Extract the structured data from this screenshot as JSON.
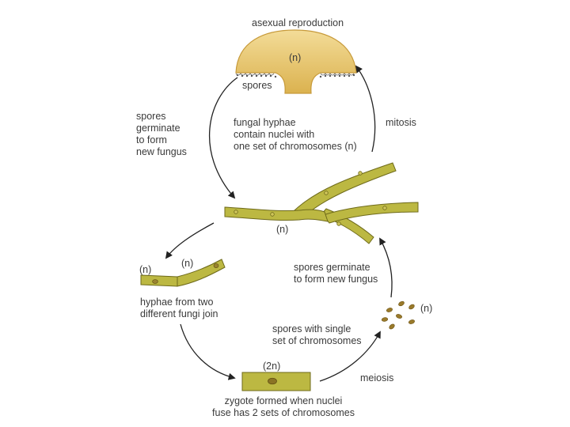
{
  "labels": {
    "asexual": "asexual reproduction",
    "n_mushroom": "(n)",
    "spores": "spores",
    "spores_germinate_left": "spores\ngerminate\nto form\nnew fungus",
    "fungal_hyphae": "fungal hyphae\ncontain nuclei with\none set of chromosomes (n)",
    "mitosis": "mitosis",
    "n_hypha": "(n)",
    "n_left": "(n)",
    "n_left2": "(n)",
    "spores_germinate_right": "spores germinate\nto form new fungus",
    "hyphae_join": "hyphae from two\ndifferent fungi join",
    "n_spores": "(n)",
    "spores_single": "spores with single\nset of chromosomes",
    "two_n": "(2n)",
    "meiosis": "meiosis",
    "zygote": "zygote formed when nuclei\nfuse has 2 sets of chromosomes"
  },
  "colors": {
    "hypha_fill": "#bcb842",
    "hypha_stroke": "#6e6a1a",
    "mushroom_fill": "#e6c267",
    "nucleus": "#8a7324",
    "arrow": "#222222",
    "text": "#3a3a3a"
  }
}
